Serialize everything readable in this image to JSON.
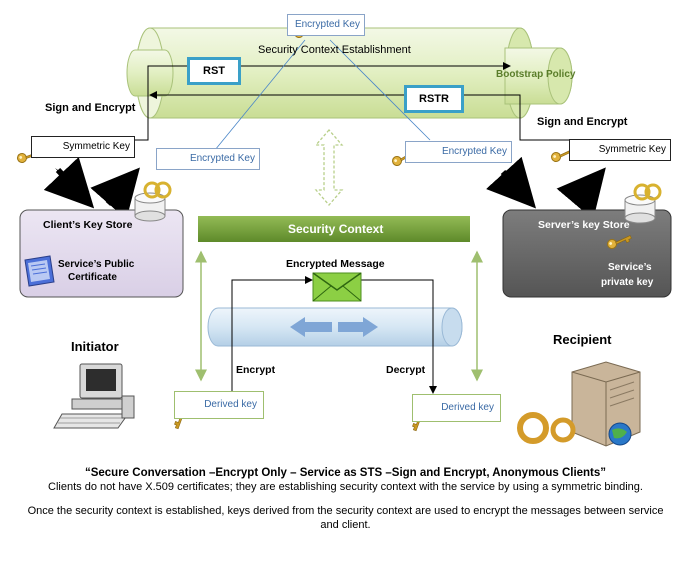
{
  "labels": {
    "encrypted_key_top": "Encrypted Key",
    "sce_title": "Security Context Establishment",
    "bootstrap_policy": "Bootstrap Policy",
    "rst": "RST",
    "rstr": "RSTR",
    "sign_encrypt_left": "Sign and Encrypt",
    "sign_encrypt_right": "Sign and Encrypt",
    "symmetric_key_left": "Symmetric Key",
    "symmetric_key_right": "Symmetric Key",
    "encrypted_key_left": "Encrypted Key",
    "encrypted_key_right": "Encrypted Key",
    "client_store": "Client’s Key Store",
    "service_cert_line1": "Service’s Public",
    "service_cert_line2": "Certificate",
    "server_store": "Server’s key Store",
    "service_pk_line1": "Service’s",
    "service_pk_line2": "private key",
    "security_context": "Security Context",
    "encrypted_message": "Encrypted Message",
    "encrypt": "Encrypt",
    "decrypt": "Decrypt",
    "derived_key_left": "Derived key",
    "derived_key_right": "Derived key",
    "initiator": "Initiator",
    "recipient": "Recipient"
  },
  "caption": {
    "title": "“Secure Conversation –Encrypt Only – Service as STS –Sign and Encrypt, Anonymous Clients”",
    "line1": "Clients do not have X.509 certificates; they are establishing security context with the service by using a symmetric binding.",
    "line2": "Once the security context is established, keys derived from the security context are used to encrypt the messages between service and client."
  },
  "colors": {
    "tube_green": "#e6f1c9",
    "tube_blue": "#d4e6f3",
    "client_store_fill": "#e4dcee",
    "server_store_fill": "#6b6b6b",
    "security_context_bar": "#6e9a34",
    "rst_border": "#3aa0c8",
    "arrow_green": "#9fbf6f"
  }
}
